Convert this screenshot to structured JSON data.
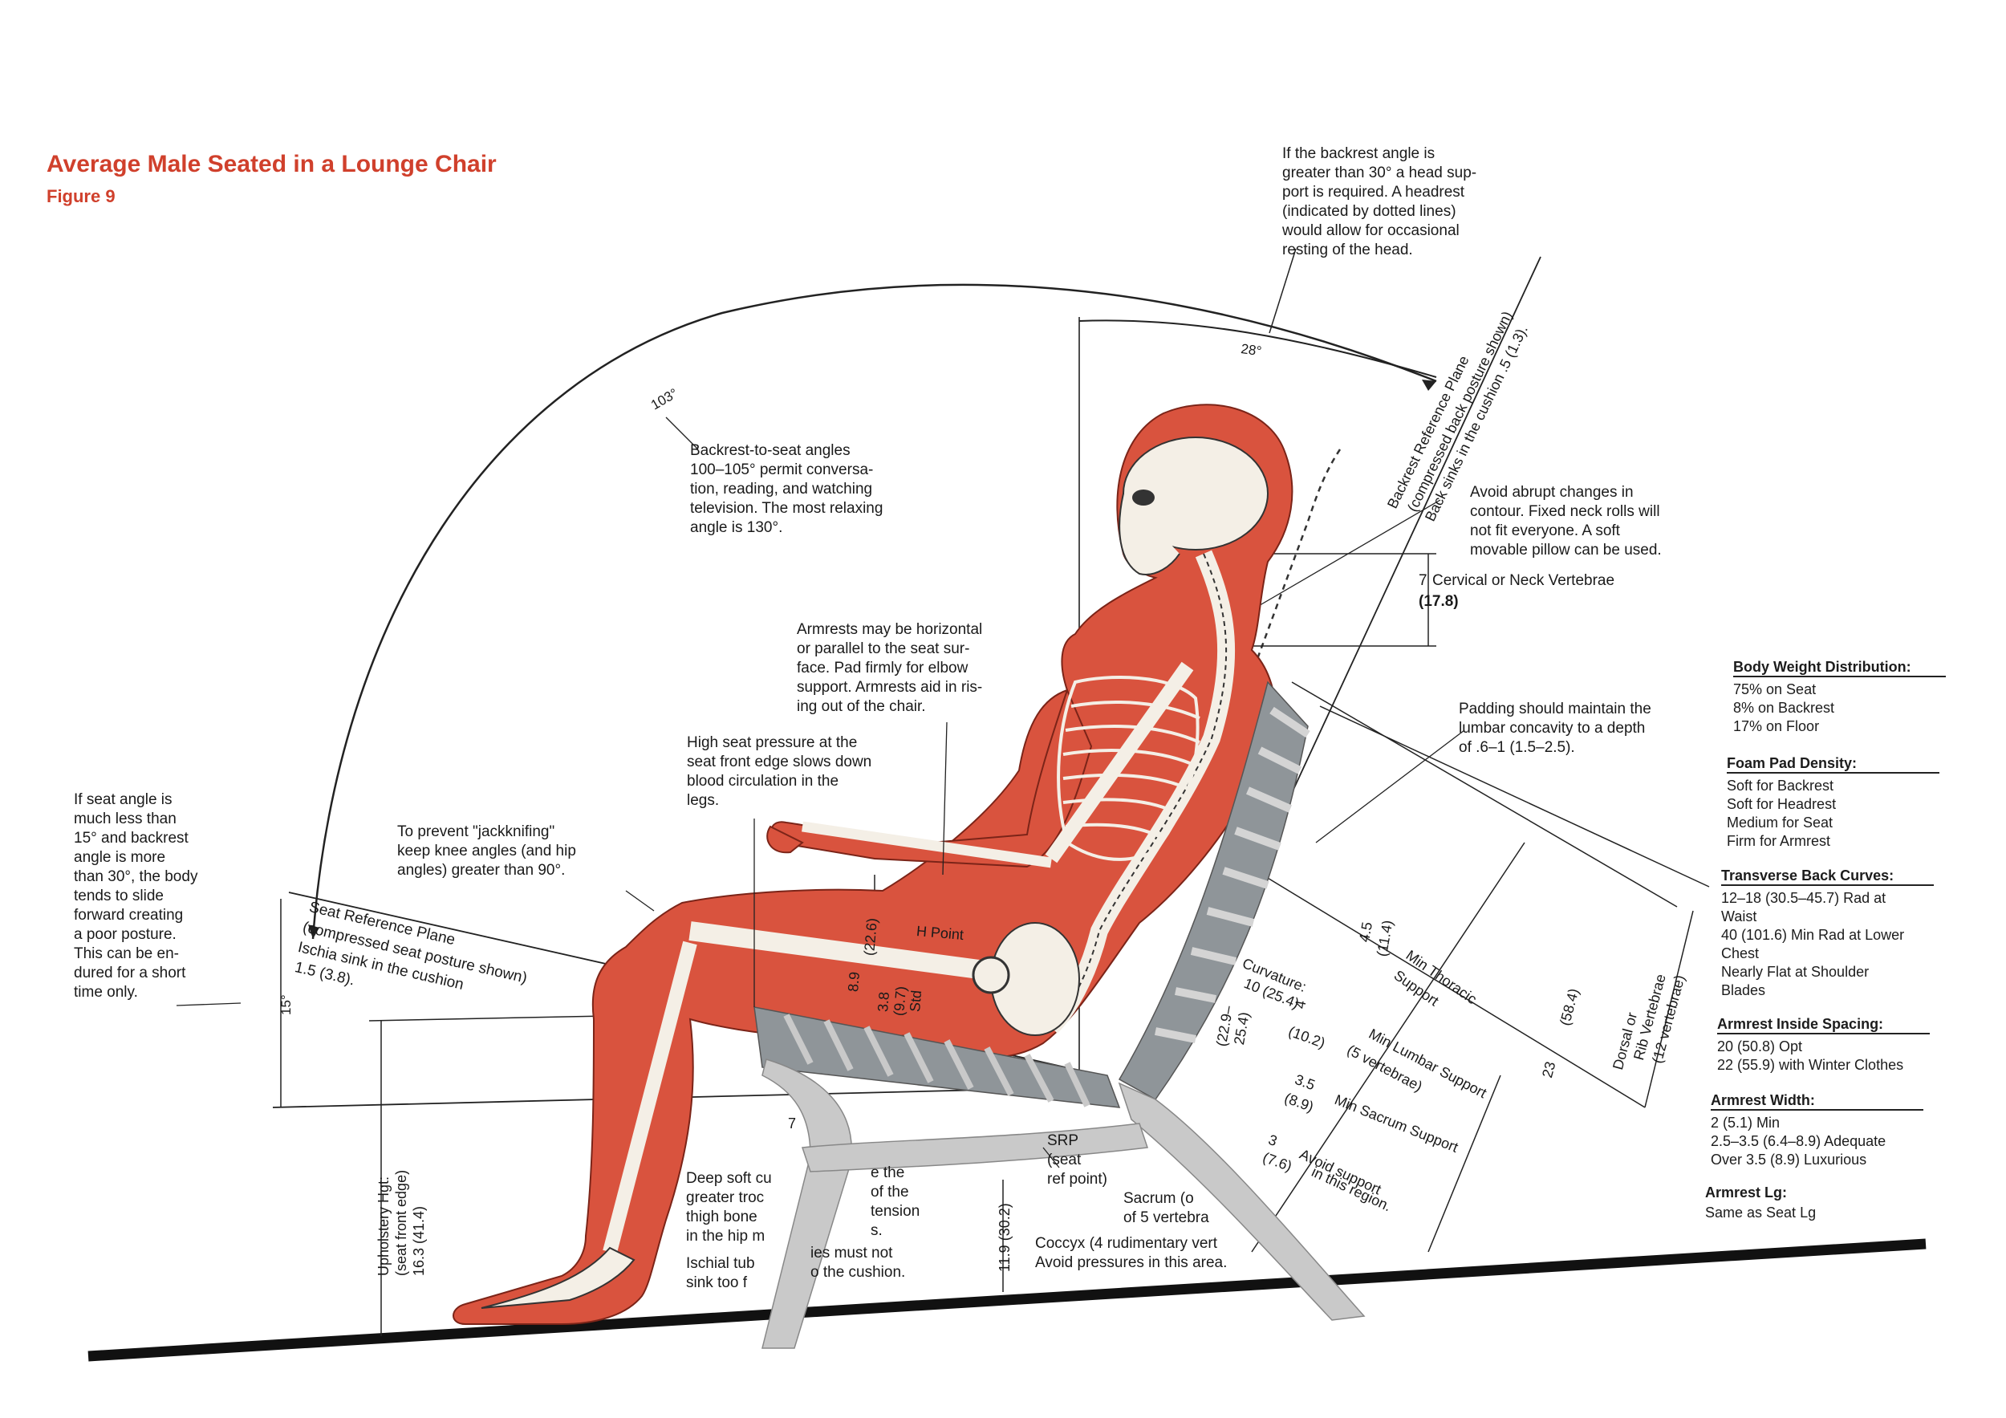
{
  "title": "Average Male Seated in a Lounge Chair",
  "figure": "Figure 9",
  "angles": {
    "backrest_seat": "103°",
    "backrest_vertical": "28°",
    "seat_incline": "15°"
  },
  "notes": {
    "headrest": "If the backrest angle is\ngreater than 30° a head sup-\nport is required. A headrest\n(indicated by dotted lines)\nwould allow for occasional\nresting of the head.",
    "backrest_angles": "Backrest-to-seat angles\n100–105° permit conversa-\ntion, reading, and watching\ntelevision. The most relaxing\nangle is 130°.",
    "neck_rolls": "Avoid abrupt changes in\ncontour. Fixed neck rolls will\nnot fit everyone. A soft\nmovable pillow can be used.",
    "cervical_value": "7",
    "cervical_label": "Cervical or Neck Vertebrae",
    "cervical_metric": "(17.8)",
    "armrests": "Armrests may be horizontal\nor parallel to the seat sur-\nface. Pad firmly for elbow\nsupport. Armrests aid in ris-\ning out of the chair.",
    "padding": "Padding should maintain the\nlumbar concavity to a depth\nof .6–1 (1.5–2.5).",
    "seat_pressure": "High seat pressure at the\nseat front edge slows down\nblood circulation in the\nlegs.",
    "seat_angle": "If seat angle is\nmuch less than\n15° and backrest\nangle is more\nthan 30°, the body\ntends to slide\nforward creating\na poor posture.\nThis can be en-\ndured for a short\ntime only.",
    "jackknifing": "To prevent \"jackknifing\"\nkeep knee angles (and hip\nangles) greater than 90°.",
    "deep_cushion": "Deep soft cu\ngreater troc\nthigh bone\nin the hip m",
    "deep_cushion_right": "e the\nof the\ntension\ns.",
    "ischial": "Ischial tub\nsink too f",
    "ischial_right": "ies must not\no the cushion.",
    "srp": "SRP\n(seat\nref point)",
    "sacrum": "Sacrum (o\nof 5 vertebra",
    "coccyx": "Coccyx (4 rudimentary vert\nAvoid pressures in this area."
  },
  "rotated": {
    "backrest_plane": "Backrest Reference Plane",
    "backrest_plane_2": "(compressed back posture shown)",
    "backrest_plane_3": "Back sinks in the cushion .5 (1.3).",
    "seat_plane": "Seat Reference Plane",
    "seat_plane_2": "(compressed seat posture shown)",
    "seat_plane_3": "Ischia sink in the cushion",
    "seat_plane_4": "1.5 (3.8).",
    "upholstery": "Upholstery Hgt:",
    "upholstery_2": "(seat front edge)",
    "upholstery_3": "16.3 (41.4)",
    "h_point": "H Point",
    "dim_89": "8.9",
    "dim_226": "(22.6)",
    "dim_38": "3.8",
    "dim_97": "(9.7)",
    "dim_std": "Std",
    "dim_119": "11.9 (30.2)",
    "thoracic_val": "4.5",
    "thoracic_metric": "(11.4)",
    "thoracic": "Min Thoracic",
    "thoracic_2": "Support",
    "curvature": "Curvature:",
    "curvature_val": "10 (25.4)",
    "curv_2": "(22.9–",
    "curv_3": "25.4)",
    "lumbar_val": "4",
    "lumbar_metric": "(10.2)",
    "lumbar": "Min Lumbar Support",
    "lumbar_2": "(5 vertebrae)",
    "sacrum_val": "3.5",
    "sacrum_metric": "(8.9)",
    "sacrum_support": "Min Sacrum Support",
    "avoid_val": "3",
    "avoid_metric": "(7.6)",
    "avoid": "Avoid support",
    "avoid_2": "in this region.",
    "dorsal_val": "23",
    "dorsal_metric": "(58.4)",
    "dorsal": "Dorsal or",
    "dorsal_2": "Rib Vertebrae",
    "dorsal_3": "(12 vertebrae)",
    "seven": "7"
  },
  "sidebar": {
    "weight_title": "Body Weight Distribution:",
    "weight_lines": "75% on Seat\n   8% on Backrest\n17% on Floor",
    "foam_title": "Foam Pad Density:",
    "foam_lines": "Soft for Backrest\nSoft for Headrest\nMedium for Seat\nFirm for Armrest",
    "transverse_title": "Transverse Back Curves:",
    "transverse_lines": "12–18 (30.5–45.7) Rad at\nWaist\n40 (101.6) Min Rad at Lower\nChest\nNearly Flat at Shoulder\nBlades",
    "spacing_title": "Armrest Inside Spacing:",
    "spacing_lines": "20 (50.8) Opt\n22 (55.9) with Winter Clothes",
    "width_title": "Armrest Width:",
    "width_lines": "2 (5.1) Min\n2.5–3.5 (6.4–8.9) Adequate\nOver 3.5 (8.9) Luxurious",
    "length_title": "Armrest Lg:",
    "length_lines": "Same as Seat Lg"
  },
  "colors": {
    "accent": "#d0402c",
    "body": "#d9533e",
    "bone": "#f4efe6",
    "chair": "#c9c9c9",
    "chair_dark": "#8f9599",
    "ink": "#1a1a1a"
  }
}
